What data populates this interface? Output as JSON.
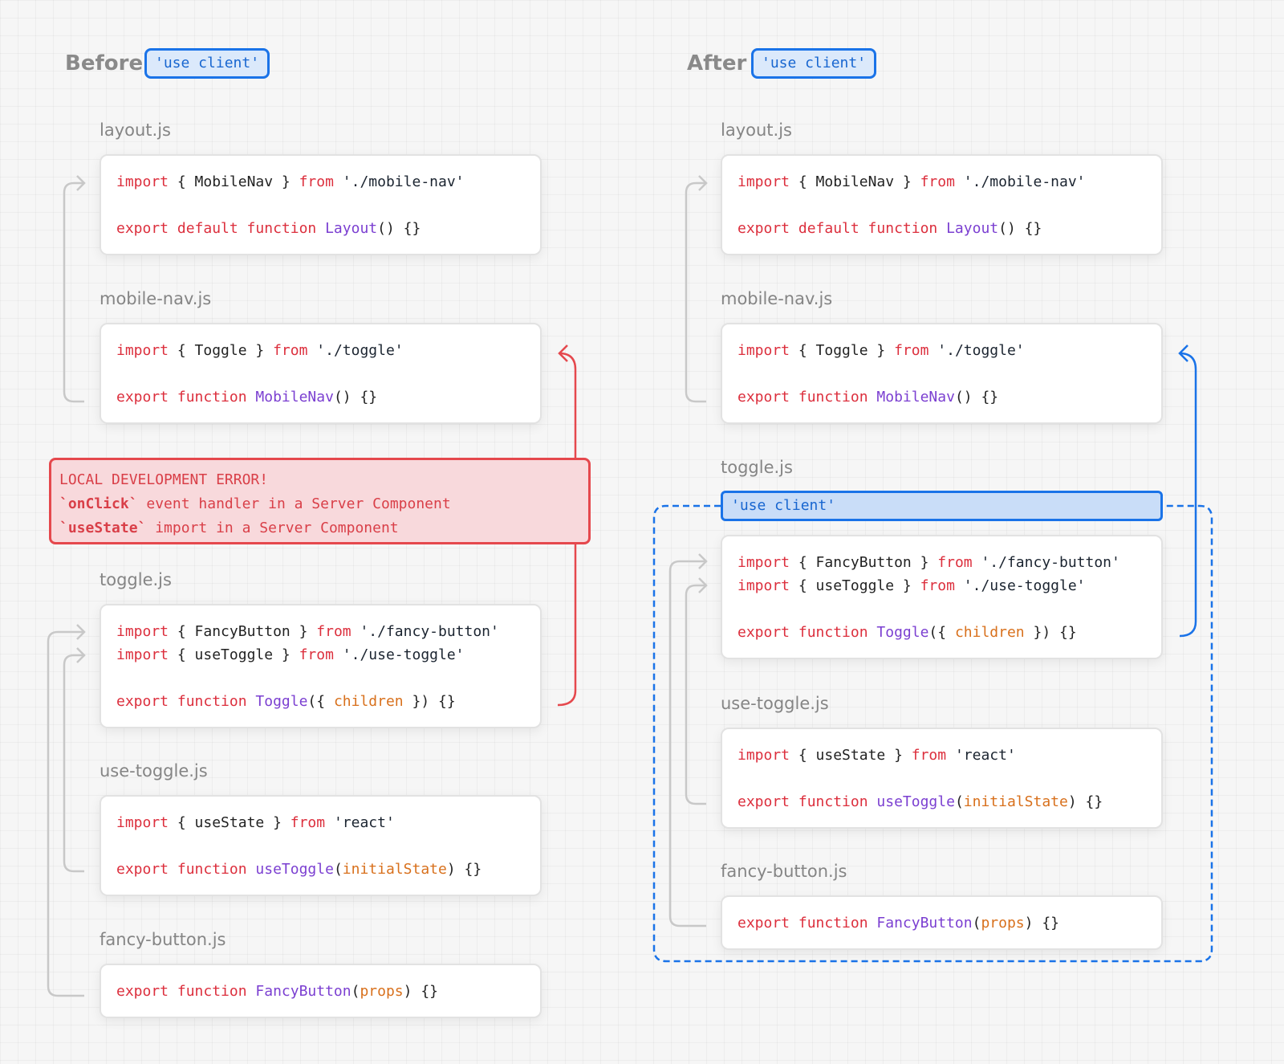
{
  "before": {
    "heading": "Before",
    "badge": "'use client'",
    "files": [
      {
        "name": "layout.js",
        "lines": [
          [
            [
              "kw",
              "import"
            ],
            [
              "plain",
              " { MobileNav } "
            ],
            [
              "kw",
              "from"
            ],
            [
              "str",
              " './mobile-nav'"
            ]
          ],
          [],
          [
            [
              "kw",
              "export default function "
            ],
            [
              "fn",
              "Layout"
            ],
            [
              "plain",
              "() {}"
            ]
          ]
        ]
      },
      {
        "name": "mobile-nav.js",
        "lines": [
          [
            [
              "kw",
              "import"
            ],
            [
              "plain",
              " { Toggle } "
            ],
            [
              "kw",
              "from"
            ],
            [
              "str",
              " './toggle'"
            ]
          ],
          [],
          [
            [
              "kw",
              "export function "
            ],
            [
              "fn",
              "MobileNav"
            ],
            [
              "plain",
              "() {}"
            ]
          ]
        ]
      },
      {
        "name": "toggle.js",
        "lines": [
          [
            [
              "kw",
              "import"
            ],
            [
              "plain",
              " { FancyButton } "
            ],
            [
              "kw",
              "from"
            ],
            [
              "str",
              " './fancy-button'"
            ]
          ],
          [
            [
              "kw",
              "import"
            ],
            [
              "plain",
              " { useToggle } "
            ],
            [
              "kw",
              "from"
            ],
            [
              "str",
              " './use-toggle'"
            ]
          ],
          [],
          [
            [
              "kw",
              "export function "
            ],
            [
              "fn",
              "Toggle"
            ],
            [
              "plain",
              "({ "
            ],
            [
              "param",
              "children"
            ],
            [
              "plain",
              " }) {}"
            ]
          ]
        ]
      },
      {
        "name": "use-toggle.js",
        "lines": [
          [
            [
              "kw",
              "import"
            ],
            [
              "plain",
              " { useState } "
            ],
            [
              "kw",
              "from"
            ],
            [
              "str",
              " 'react'"
            ]
          ],
          [],
          [
            [
              "kw",
              "export function "
            ],
            [
              "fn",
              "useToggle"
            ],
            [
              "plain",
              "("
            ],
            [
              "param",
              "initialState"
            ],
            [
              "plain",
              ") {}"
            ]
          ]
        ]
      },
      {
        "name": "fancy-button.js",
        "lines": [
          [
            [
              "kw",
              "export function "
            ],
            [
              "fn",
              "FancyButton"
            ],
            [
              "plain",
              "("
            ],
            [
              "param",
              "props"
            ],
            [
              "plain",
              ") {}"
            ]
          ]
        ]
      }
    ],
    "error": {
      "title": "LOCAL DEVELOPMENT ERROR!",
      "line1_code": "`onClick`",
      "line1_text": " event handler in a Server Component",
      "line2_code": "`useState`",
      "line2_text": " import in a Server Component"
    }
  },
  "after": {
    "heading": "After",
    "badge": "'use client'",
    "client_directive": "'use client'",
    "files": [
      {
        "name": "layout.js",
        "lines": [
          [
            [
              "kw",
              "import"
            ],
            [
              "plain",
              " { MobileNav } "
            ],
            [
              "kw",
              "from"
            ],
            [
              "str",
              " './mobile-nav'"
            ]
          ],
          [],
          [
            [
              "kw",
              "export default function "
            ],
            [
              "fn",
              "Layout"
            ],
            [
              "plain",
              "() {}"
            ]
          ]
        ]
      },
      {
        "name": "mobile-nav.js",
        "lines": [
          [
            [
              "kw",
              "import"
            ],
            [
              "plain",
              " { Toggle } "
            ],
            [
              "kw",
              "from"
            ],
            [
              "str",
              " './toggle'"
            ]
          ],
          [],
          [
            [
              "kw",
              "export function "
            ],
            [
              "fn",
              "MobileNav"
            ],
            [
              "plain",
              "() {}"
            ]
          ]
        ]
      },
      {
        "name": "toggle.js",
        "lines": [
          [
            [
              "kw",
              "import"
            ],
            [
              "plain",
              " { FancyButton } "
            ],
            [
              "kw",
              "from"
            ],
            [
              "str",
              " './fancy-button'"
            ]
          ],
          [
            [
              "kw",
              "import"
            ],
            [
              "plain",
              " { useToggle } "
            ],
            [
              "kw",
              "from"
            ],
            [
              "str",
              " './use-toggle'"
            ]
          ],
          [],
          [
            [
              "kw",
              "export function "
            ],
            [
              "fn",
              "Toggle"
            ],
            [
              "plain",
              "({ "
            ],
            [
              "param",
              "children"
            ],
            [
              "plain",
              " }) {}"
            ]
          ]
        ]
      },
      {
        "name": "use-toggle.js",
        "lines": [
          [
            [
              "kw",
              "import"
            ],
            [
              "plain",
              " { useState } "
            ],
            [
              "kw",
              "from"
            ],
            [
              "str",
              " 'react'"
            ]
          ],
          [],
          [
            [
              "kw",
              "export function "
            ],
            [
              "fn",
              "useToggle"
            ],
            [
              "plain",
              "("
            ],
            [
              "param",
              "initialState"
            ],
            [
              "plain",
              ") {}"
            ]
          ]
        ]
      },
      {
        "name": "fancy-button.js",
        "lines": [
          [
            [
              "kw",
              "export function "
            ],
            [
              "fn",
              "FancyButton"
            ],
            [
              "plain",
              "("
            ],
            [
              "param",
              "props"
            ],
            [
              "plain",
              ") {}"
            ]
          ]
        ]
      }
    ]
  },
  "colors": {
    "keyword": "#dc2f3d",
    "function": "#7b3fd1",
    "param": "#d8701c",
    "client_blue": "#1a73e8",
    "error_red": "#e5484d",
    "connector_gray": "#c8c8c8"
  }
}
